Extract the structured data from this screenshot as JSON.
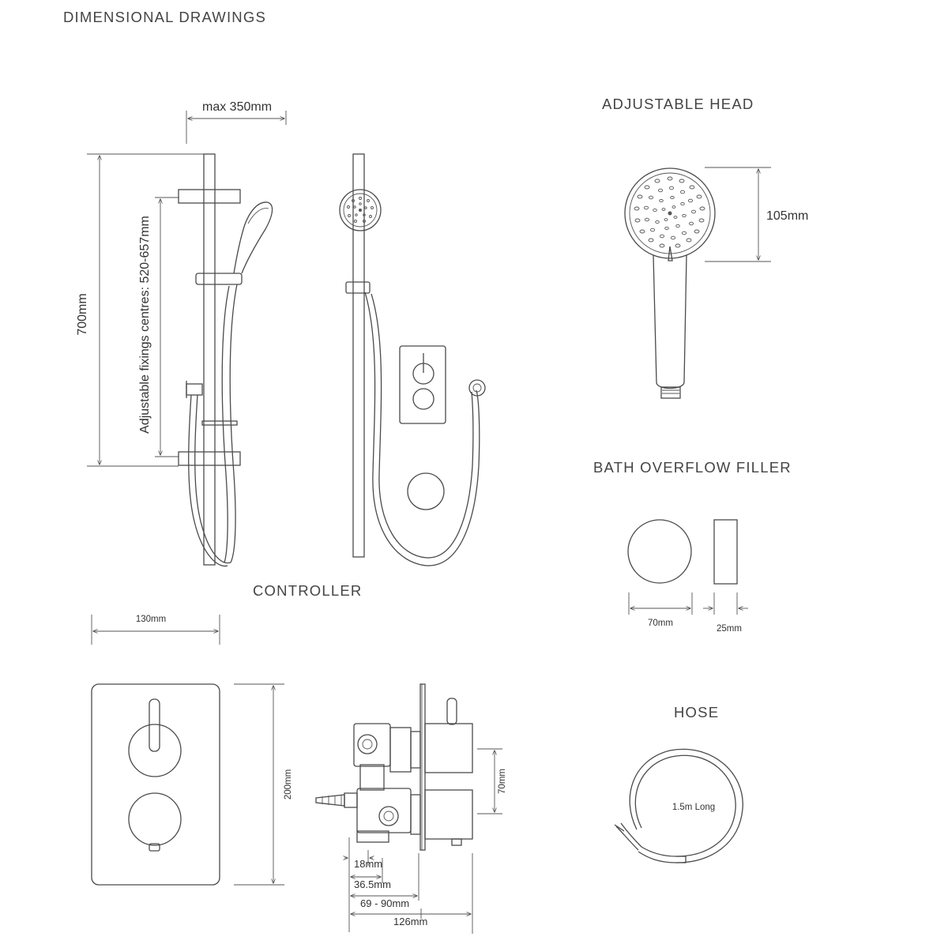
{
  "titles": {
    "page": "DIMENSIONAL DRAWINGS",
    "adjustable_head": "ADJUSTABLE HEAD",
    "bath_overflow": "BATH OVERFLOW FILLER",
    "controller": "CONTROLLER",
    "hose": "HOSE"
  },
  "riser": {
    "width_label": "max 350mm",
    "height_label": "700mm",
    "fixings_label": "Adjustable fixings centres: 520-657mm"
  },
  "head": {
    "height_label": "105mm"
  },
  "overflow": {
    "diameter_label": "70mm",
    "depth_label": "25mm"
  },
  "controller": {
    "width_label": "130mm",
    "height_label": "200mm",
    "centres_label": "70mm",
    "d1": "18mm",
    "d2": "36.5mm",
    "d3": "69 - 90mm",
    "d4": "126mm"
  },
  "hose": {
    "length_label": "1.5m Long"
  }
}
